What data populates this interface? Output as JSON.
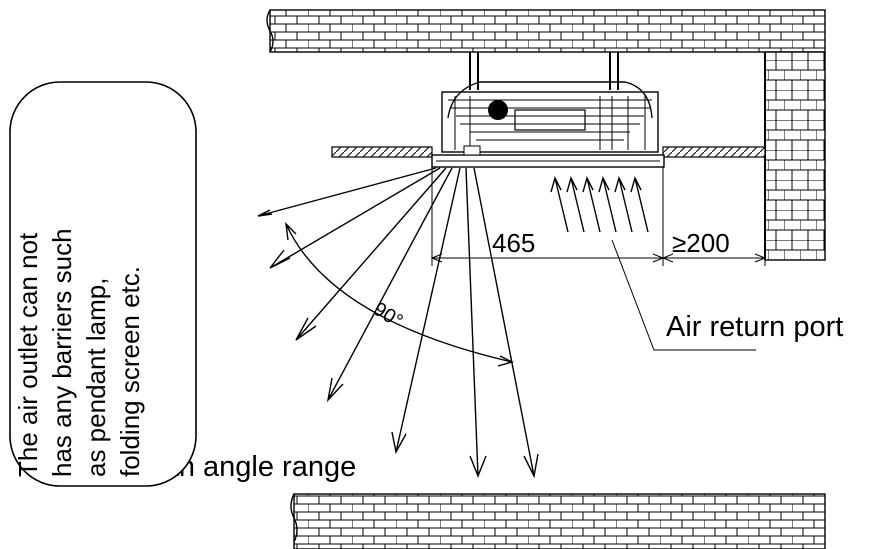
{
  "warning_note": {
    "lines": [
      "The air outlet can not",
      "has any barriers such",
      "as pendant lamp,",
      "folding screen etc."
    ]
  },
  "angle_label": "90°",
  "dimension_unit_width": "465",
  "dimension_clearance": "≥200",
  "air_return_label": "Air return port",
  "fan_angle_label": "Fan angle range",
  "colors": {
    "line": "#000000",
    "background": "#ffffff"
  }
}
